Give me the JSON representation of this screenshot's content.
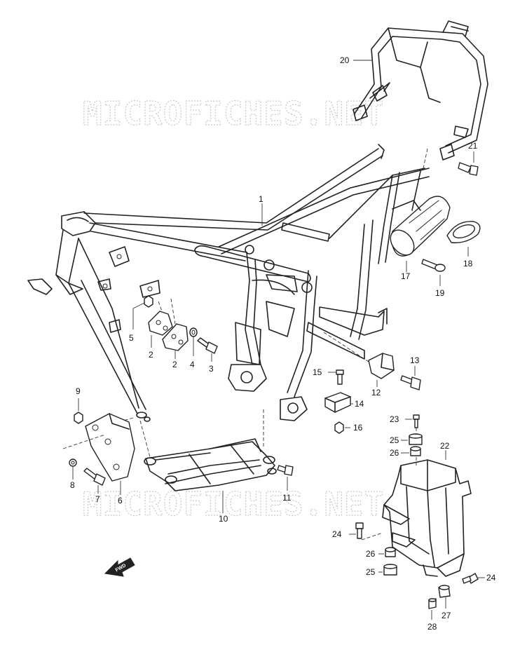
{
  "watermark": {
    "top": "MICROFICHES.NET",
    "bottom": "MICROFICHES.NET"
  },
  "fwd_label": "FWD",
  "callouts": {
    "c1": "1",
    "c2a": "2",
    "c2b": "2",
    "c3": "3",
    "c4": "4",
    "c5": "5",
    "c6": "6",
    "c7": "7",
    "c8": "8",
    "c9": "9",
    "c10": "10",
    "c11": "11",
    "c12": "12",
    "c13": "13",
    "c14": "14",
    "c15": "15",
    "c16": "16",
    "c17": "17",
    "c18": "18",
    "c19": "19",
    "c20": "20",
    "c21": "21",
    "c22": "22",
    "c23": "23",
    "c24a": "24",
    "c24b": "24",
    "c25a": "25",
    "c25b": "25",
    "c26a": "26",
    "c26b": "26",
    "c27": "27",
    "c28": "28"
  }
}
